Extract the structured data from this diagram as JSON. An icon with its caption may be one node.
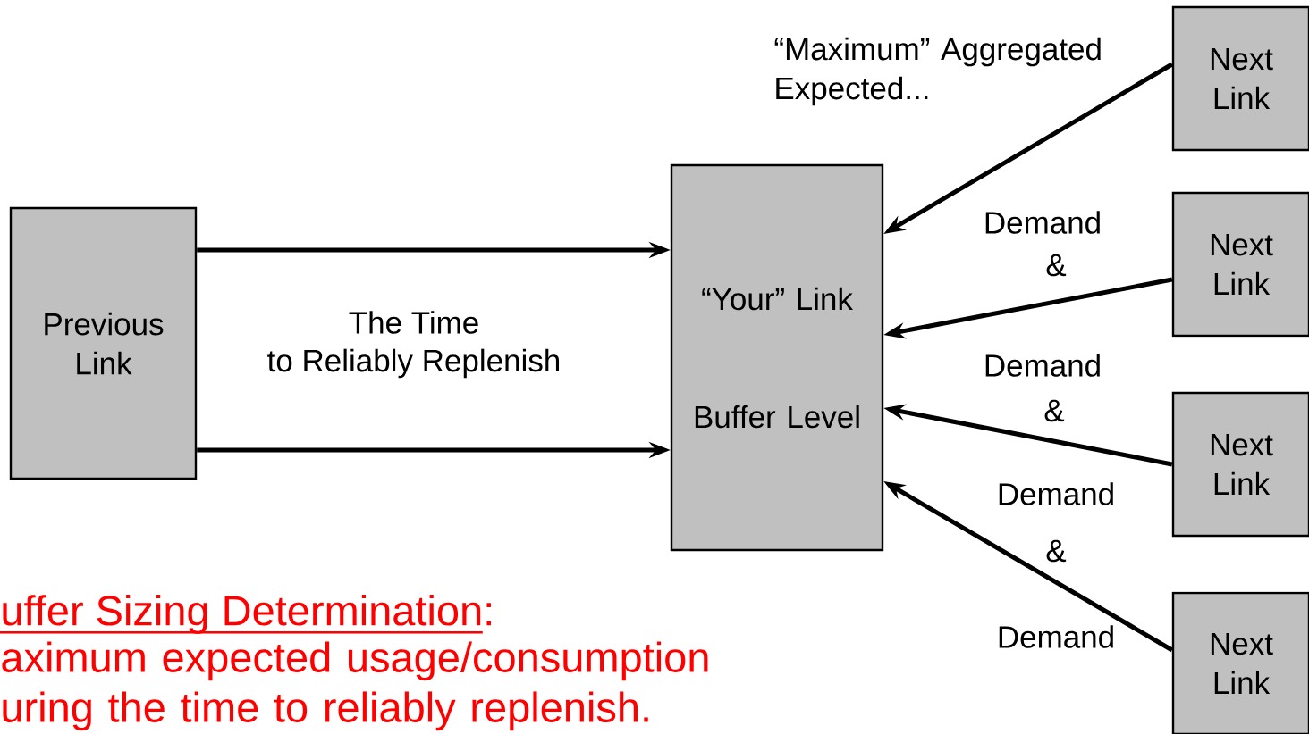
{
  "diagram": {
    "nodes": [
      {
        "text": [
          "Previous Link"
        ]
      },
      {
        "text": [
          "“Your” Link",
          "Buffer Level"
        ]
      },
      {
        "text": [
          "Next Link"
        ]
      },
      {
        "text": [
          "Next Link"
        ]
      },
      {
        "text": [
          "Next Link"
        ]
      },
      {
        "text": [
          "Next Link"
        ]
      }
    ],
    "edges": [
      {
        "from": 0,
        "to": 1,
        "arrow": "to"
      },
      {
        "from": 0,
        "to": 1,
        "arrow": "to"
      },
      {
        "from": 2,
        "to": 1,
        "arrow": "to"
      },
      {
        "from": 3,
        "to": 1,
        "arrow": "to"
      },
      {
        "from": 4,
        "to": 1,
        "arrow": "to"
      },
      {
        "from": 5,
        "to": 1,
        "arrow": "to"
      }
    ],
    "labels": [
      "“Maximum” Aggregated Expected...",
      "Demand",
      "&",
      "The Time",
      "to Reliably Replenish",
      "Demand",
      "&",
      "Demand",
      "&",
      "Demand",
      "uffer Sizing Determination:",
      "aximum expected usage/consumption uring the time to reliably replenish."
    ]
  }
}
